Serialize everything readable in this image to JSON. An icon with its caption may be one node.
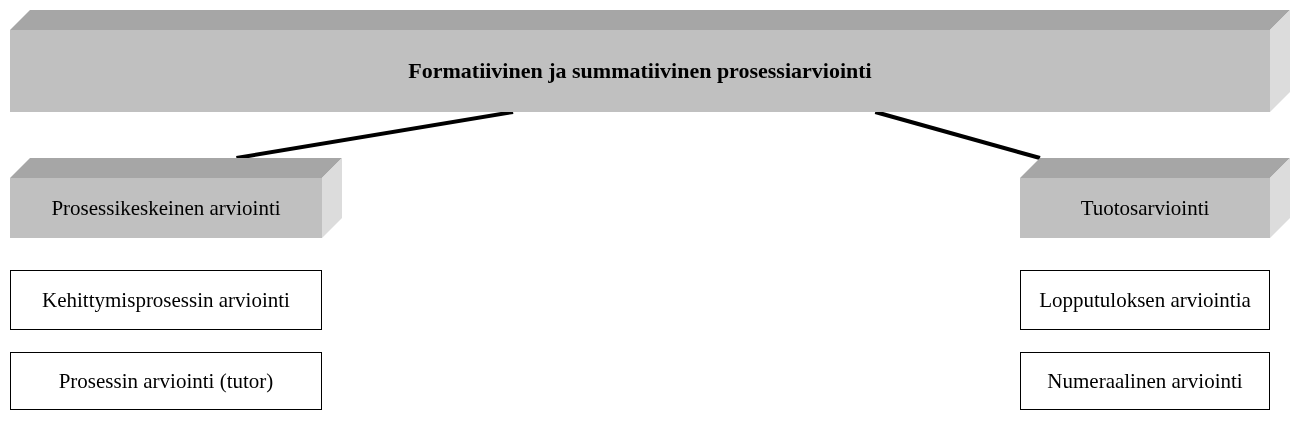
{
  "diagram": {
    "nodes": [
      {
        "text": [
          "Formatiivinen ja summatiivinen prosessiarviointi"
        ]
      },
      {
        "text": [
          "Prosessikeskeinen arviointi"
        ]
      },
      {
        "text": [
          "Tuotosarviointi"
        ]
      },
      {
        "text": [
          "Kehittymisprosessin arviointi"
        ]
      },
      {
        "text": [
          "Lopputuloksen arviointia"
        ]
      },
      {
        "text": [
          "Prosessin arviointi (tutor)"
        ]
      },
      {
        "text": [
          "Numeraalinen arviointi"
        ]
      }
    ],
    "edges": [
      {
        "from": 0,
        "to": 1,
        "arrow": "none"
      },
      {
        "from": 0,
        "to": 2,
        "arrow": "none"
      }
    ]
  }
}
